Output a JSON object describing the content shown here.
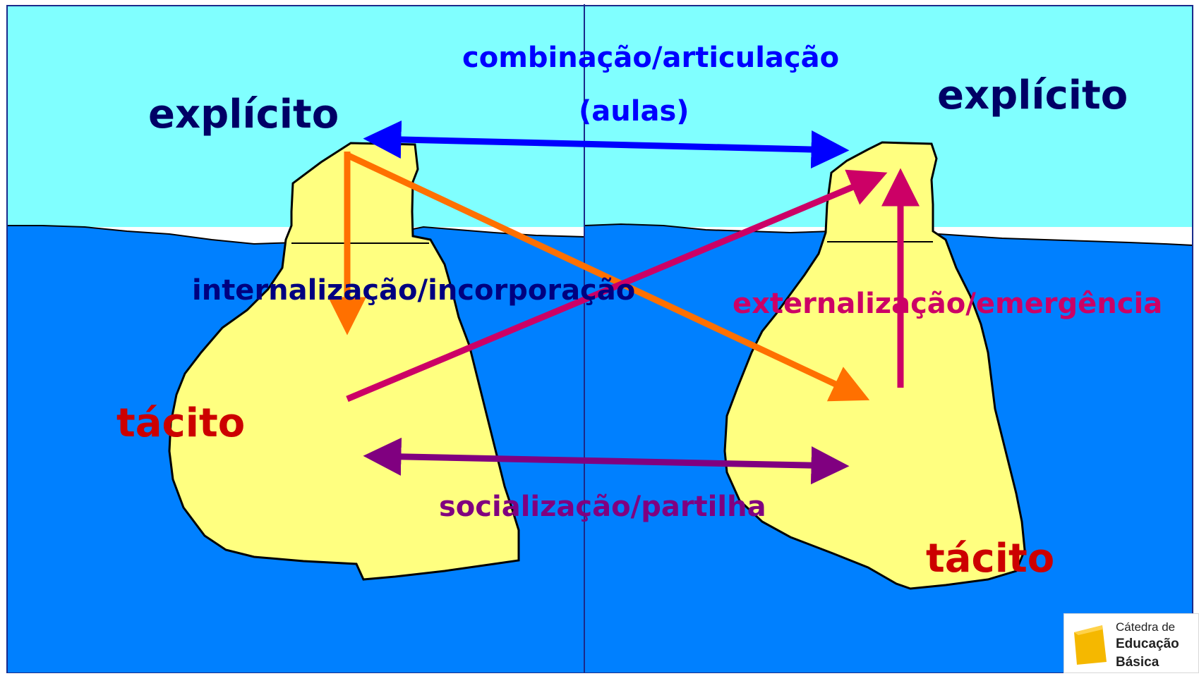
{
  "labels": {
    "explicit_left": "explícito",
    "explicit_right": "explícito",
    "tacit_left": "tácito",
    "tacit_right": "tácito",
    "combination": "combinação/articulação",
    "combination_sub": "(aulas)",
    "internalization": "internalização/incorporação",
    "externalization": "externalização/emergência",
    "socialization": "socialização/partilha"
  },
  "logo": {
    "line1": "Cátedra de",
    "line2": "Educação",
    "line3": "Básica"
  },
  "colors": {
    "sky": "#80ffff",
    "sea": "#0080ff",
    "iceberg": "#ffff80",
    "outline": "#000000",
    "divider": "#1a2a8a",
    "explicit_text": "#000066",
    "tacit_text": "#cc0000",
    "combination": "#0000ff",
    "internalization_arrow": "#ff7000",
    "internalization_text": "#000080",
    "externalization": "#cc0066",
    "socialization": "#800080",
    "logo_yellow": "#f5b800"
  }
}
